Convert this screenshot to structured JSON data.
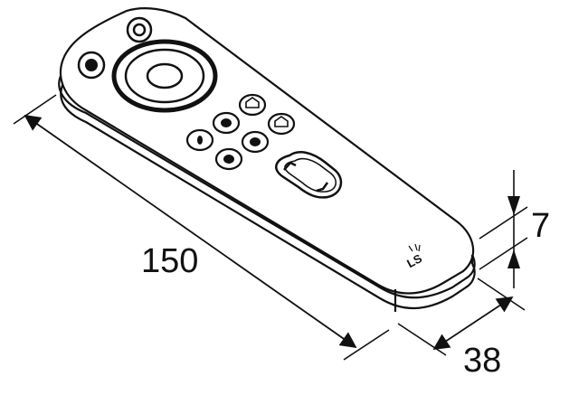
{
  "drawing": {
    "dimensions": {
      "length": "150",
      "thickness": "7",
      "width": "38"
    },
    "logo_text": "LS",
    "colors": {
      "line": "#111111",
      "background": "#ffffff",
      "button_fill": "#111111"
    },
    "icons": [
      "power-icon",
      "ring-dial-icon",
      "house-scene-icon",
      "brightness-icon",
      "up-chevron-icon",
      "down-chevron-icon"
    ]
  }
}
